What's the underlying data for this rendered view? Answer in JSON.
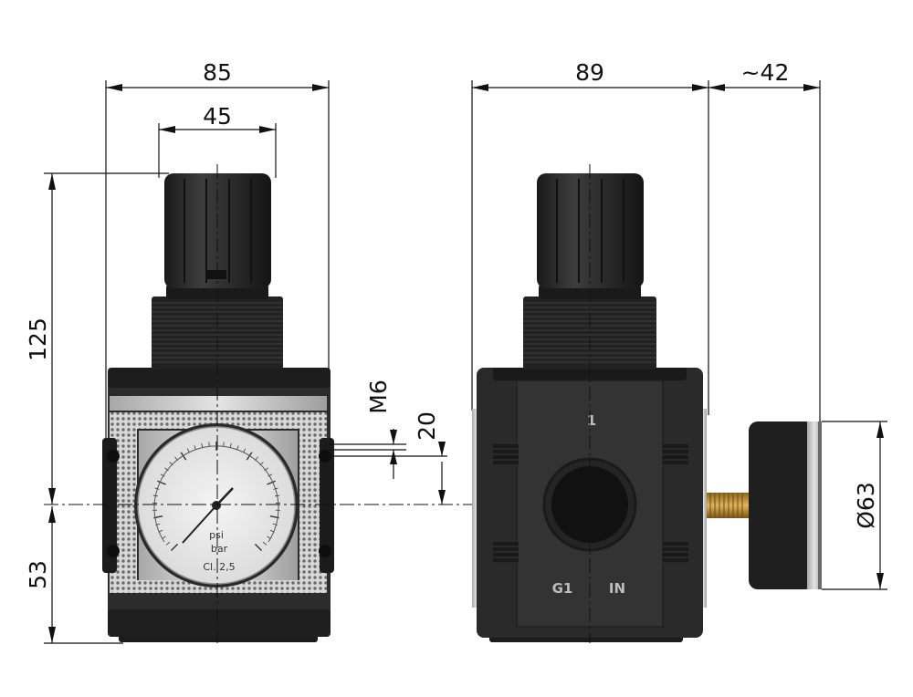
{
  "dimensions": {
    "front_width": "85",
    "knob_width": "45",
    "total_height": "125",
    "lower_height": "53",
    "thread": "M6",
    "thread_spacing": "20",
    "side_depth": "89",
    "gauge_depth": "~42",
    "gauge_diameter": "Ø63"
  },
  "gauge": {
    "unit": "bar",
    "unit_alt": "psi",
    "class": "Cl. 2,5"
  },
  "side_labels": {
    "port_number": "1",
    "thread_size": "G1",
    "direction": "IN"
  },
  "colors": {
    "body": "#2b2b2b",
    "body_dark": "#161616",
    "body_light": "#444444",
    "metal": "#c9c9c9",
    "brass": "#b8892e",
    "gauge_face": "#ebebeb"
  }
}
